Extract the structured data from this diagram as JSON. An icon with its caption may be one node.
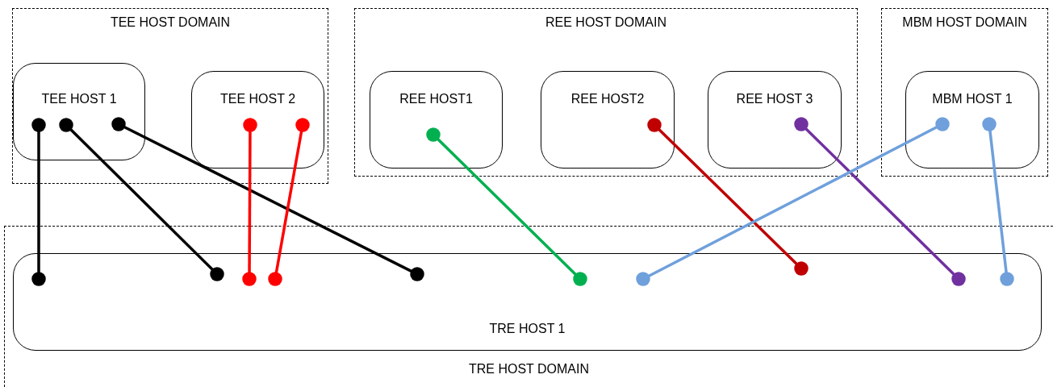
{
  "diagram": {
    "nodes": [
      {
        "text": [
          "TEE HOST DOMAIN"
        ]
      },
      {
        "text": [
          "TEE HOST 1"
        ],
        "in": 0
      },
      {
        "text": [
          "TEE HOST 2"
        ],
        "in": 0
      },
      {
        "text": [
          "REE HOST DOMAIN"
        ]
      },
      {
        "text": [
          "REE HOST1"
        ],
        "in": 3
      },
      {
        "text": [
          "REE HOST2"
        ],
        "in": 3
      },
      {
        "text": [
          "REE HOST 3"
        ],
        "in": 3
      },
      {
        "text": [
          "MBM HOST DOMAIN"
        ]
      },
      {
        "text": [
          "MBM HOST 1"
        ],
        "in": 7
      },
      {
        "text": [
          "TRE HOST DOMAIN"
        ]
      },
      {
        "text": [
          "TRE HOST 1"
        ],
        "in": 9
      }
    ],
    "edges": [
      {
        "from": 1,
        "to": 10,
        "arrow": "other"
      },
      {
        "from": 1,
        "to": 10,
        "arrow": "other"
      },
      {
        "from": 1,
        "to": 10,
        "arrow": "other"
      },
      {
        "from": 2,
        "to": 10,
        "arrow": "other",
        "color": "#ff0000"
      },
      {
        "from": 2,
        "to": 10,
        "arrow": "other",
        "color": "#ff0000"
      },
      {
        "from": 4,
        "to": 10,
        "arrow": "other",
        "color": "#00b050"
      },
      {
        "from": 5,
        "to": 10,
        "arrow": "other",
        "color": "#c00000"
      },
      {
        "from": 6,
        "to": 10,
        "arrow": "other",
        "color": "#7030a0"
      },
      {
        "from": 8,
        "to": 10,
        "arrow": "other",
        "color": "#6fa0dc"
      },
      {
        "from": 8,
        "to": 10,
        "arrow": "other",
        "color": "#6fa0dc"
      }
    ]
  }
}
